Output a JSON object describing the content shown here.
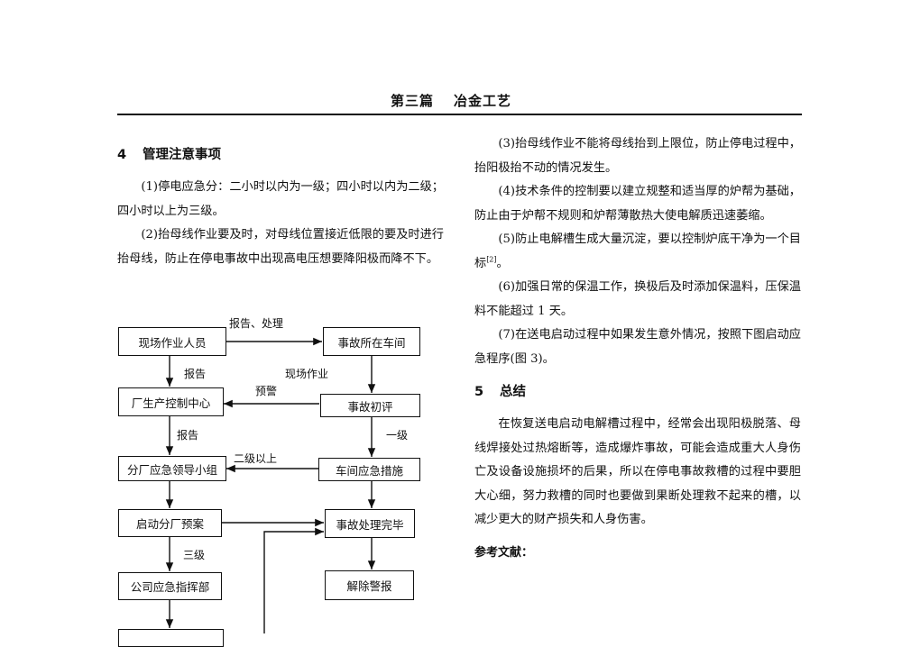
{
  "header": {
    "part": "第三篇",
    "title": "冶金工艺"
  },
  "section4": {
    "number": "4",
    "title": "管理注意事项",
    "items": [
      "(1)停电应急分：二小时以内为一级；四小时以内为二级；四小时以上为三级。",
      "(2)抬母线作业要及时，对母线位置接近低限的要及时进行抬母线，防止在停电事故中出现高电压想要降阳极而降不下。"
    ],
    "items_right": [
      "(3)抬母线作业不能将母线抬到上限位，防止停电过程中，抬阳极抬不动的情况发生。",
      "(4)技术条件的控制要以建立规整和适当厚的炉帮为基础，防止由于炉帮不规则和炉帮薄散热大使电解质迅速萎缩。",
      "(5)防止电解槽生成大量沉淀，要以控制炉底干净为一个目标",
      "(6)加强日常的保温工作，换极后及时添加保温料，压保温料不能超过 1 天。",
      "(7)在送电启动过程中如果发生意外情况，按照下图启动应急程序(图 3)。"
    ],
    "item5_citation": "[2]",
    "item5_end": "。"
  },
  "section5": {
    "number": "5",
    "title": "总结",
    "body": "在恢复送电启动电解槽过程中，经常会出现阳极脱落、母线焊接处过热熔断等，造成爆炸事故，可能会造成重大人身伤亡及设备设施损坏的后果，所以在停电事故救槽的过程中要胆大心细，努力救槽的同时也要做到果断处理救不起来的槽，以减少更大的财产损失和人身伤害。"
  },
  "references": {
    "title": "参考文献："
  },
  "flowchart": {
    "boxes": {
      "field_staff": "现场作业人员",
      "workshop": "事故所在车间",
      "plant_control": "厂生产控制中心",
      "initial_eval": "事故初评",
      "branch_leader": "分厂应急领导小组",
      "workshop_measures": "车间应急措施",
      "start_plan": "启动分厂预案",
      "accident_done": "事故处理完毕",
      "company_command": "公司应急指挥部",
      "clear_alarm": "解除警报"
    },
    "labels": {
      "report_handle": "报告、处理",
      "report1": "报告",
      "field_work": "现场作业",
      "warning": "预警",
      "report2": "报告",
      "level1": "一级",
      "level2_above": "二级以上",
      "level3": "三级"
    }
  }
}
